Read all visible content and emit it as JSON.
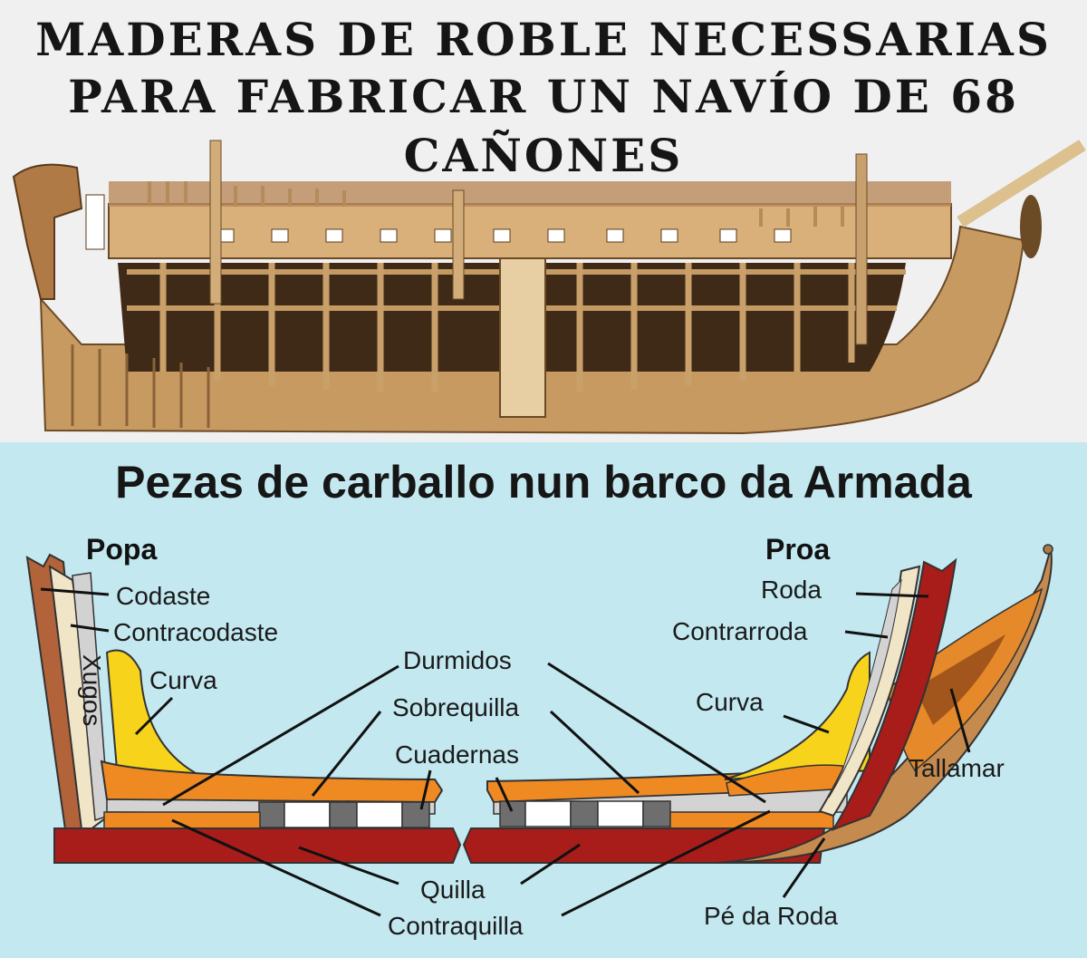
{
  "title_lines": [
    "MADERAS DE ROBLE NECESSARIAS",
    "PARA FABRICAR UN NAVÍO DE 68",
    "CAÑONES"
  ],
  "diagram_title": "Pezas de carballo nun barco da Armada",
  "labels": {
    "popa": "Popa",
    "proa": "Proa",
    "codaste": "Codaste",
    "contracodaste": "Contracodaste",
    "xugos": "Xugos",
    "curva_popa": "Curva",
    "durmidos": "Durmidos",
    "sobrequilla": "Sobrequilla",
    "cuadernas": "Cuadernas",
    "roda": "Roda",
    "contrarroda": "Contrarroda",
    "curva_proa": "Curva",
    "tallamar": "Tallamar",
    "quilla": "Quilla",
    "contraquilla": "Contraquilla",
    "pe_da_roda": "Pé da Roda"
  },
  "colors": {
    "quilla": "#a81c1a",
    "contraquilla": "#ef8a22",
    "durmidos": "#d3d3d3",
    "sobrequilla": "#ef8a22",
    "curva": "#f7d31c",
    "codaste": "#b3633a",
    "contracodaste": "#f1e5c8",
    "tallamar": "#e6892a",
    "background_diagram": "#c3e8f0"
  }
}
